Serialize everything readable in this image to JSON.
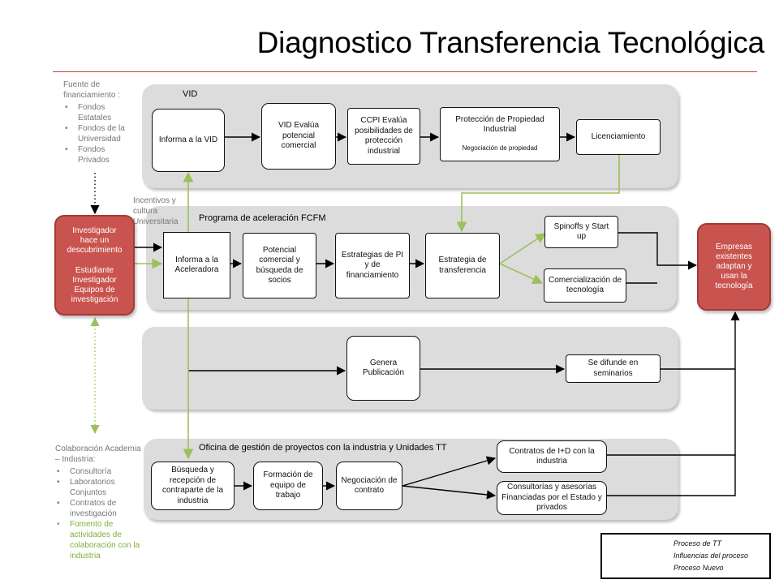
{
  "title": "Diagnostico Transferencia Tecnológica",
  "colors": {
    "accent_red": "#c9544f",
    "new_process_green": "#9cc05a",
    "lane_gray": "#dcdcdc"
  },
  "funding": {
    "heading": "Fuente de financiamiento :",
    "items": [
      "Fondos Estatales",
      "Fondos de la Universidad",
      "Fondos Privados"
    ]
  },
  "incentives_label": "Incentivos y cultura Universitaria",
  "collaboration": {
    "heading": "Colaboración Academia – Industria:",
    "items": [
      "Consultoría",
      "Laboratorios Conjuntos",
      "Contratos de investigación"
    ],
    "new_item": "Fomento de actividades de colaboración con la industria"
  },
  "researcher": {
    "line1": "Investigador hace un descubrimiento",
    "line2": "Estudiante Investigador Equipos de investigación"
  },
  "companies": "Empresas existentes adaptan y usan la tecnología",
  "lanes": {
    "vid": {
      "title": "VID",
      "boxes": [
        "Informa a la VID",
        "VID Evalúa potencial comercial",
        "CCPI Evalúa posibilidades de protección industrial",
        "Protección de Propiedad Industrial",
        "Licenciamiento"
      ],
      "protection_sub": "Negociación de propiedad"
    },
    "accel": {
      "title": "Programa de aceleración FCFM",
      "boxes": [
        "Informa a la Aceleradora",
        "Potencial comercial y búsqueda de socios",
        "Estrategias de PI y de financiamiento",
        "Estrategia de transferencia",
        "Spinoffs y Start up",
        "Comercialización de tecnología"
      ]
    },
    "pub": {
      "boxes": [
        "Genera Publicación",
        "Se difunde en seminarios"
      ]
    },
    "office": {
      "title": "Oficina de gestión de proyectos con la industria y Unidades TT",
      "boxes": [
        "Búsqueda y recepción de contraparte de la industria",
        "Formación de equipo de trabajo",
        "Negociación de contrato",
        "Contratos de I+D con la industria",
        "Consultorías y asesorías Financiadas por el Estado y privados"
      ]
    }
  },
  "legend": {
    "tt_process": "Proceso de TT",
    "influences": "Influencias del proceso",
    "new_process": "Proceso Nuevo"
  }
}
